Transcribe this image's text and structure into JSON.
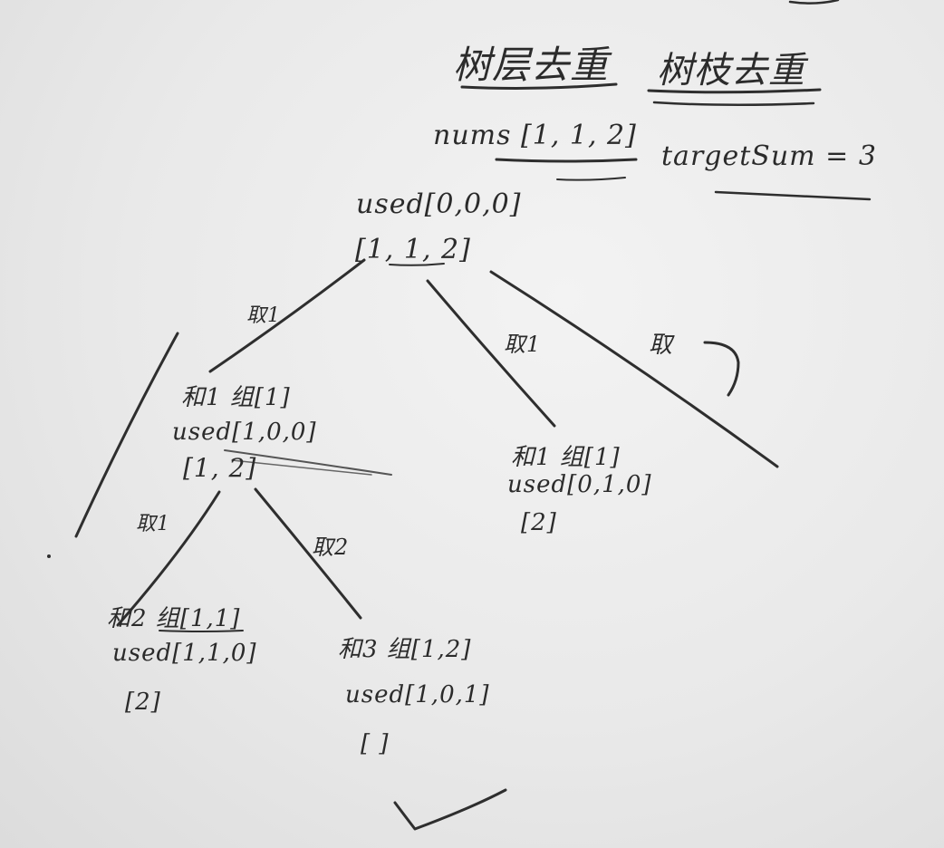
{
  "whiteboard": {
    "title_left": "树层去重",
    "title_right": "树枝去重",
    "nums": "nums [1, 1, 2]",
    "target": "targetSum = 3",
    "root": {
      "used": "used[0,0,0]",
      "arr": "[1, 1, 2]"
    },
    "edges": {
      "left_1": "取1",
      "mid_1": "取1",
      "right": "取"
    },
    "left": {
      "sum": "和1 组[1]",
      "used": "used[1,0,0]",
      "arr": "[1, 2]",
      "edge_a": "取1",
      "edge_b": "取2"
    },
    "mid": {
      "sum": "和1 组[1]",
      "used": "used[0,1,0]",
      "arr": "[2]"
    },
    "left_a": {
      "sum": "和2 组[1,1]",
      "used": "used[1,1,0]",
      "arr": "[2]"
    },
    "left_b": {
      "sum": "和3 组[1,2]",
      "used": "used[1,0,1]",
      "arr": "[ ]"
    }
  }
}
